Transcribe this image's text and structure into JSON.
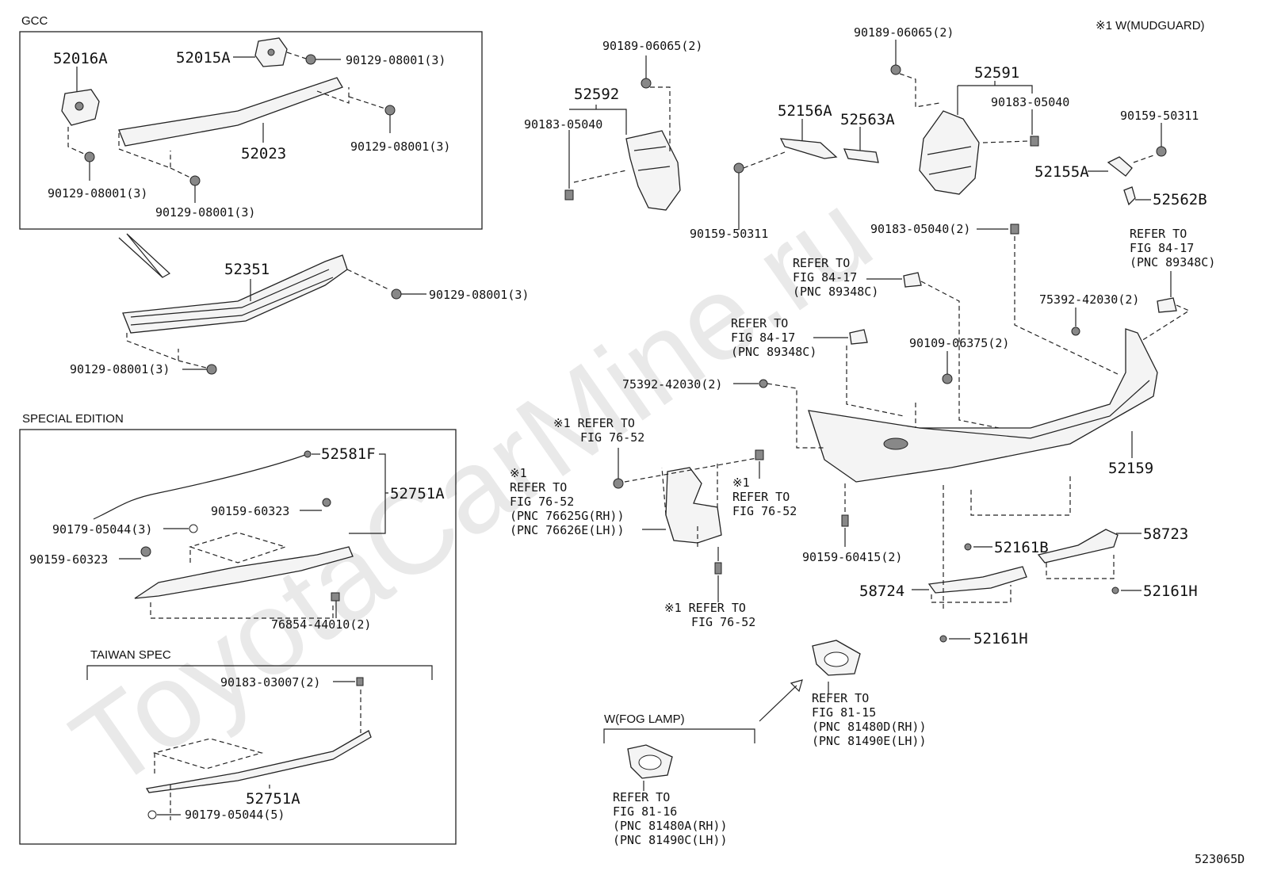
{
  "watermark": "ToyotaCarMine.ru",
  "footnote_mark": "※1 W(MUDGUARD)",
  "figure_code": "523065D",
  "sections": {
    "gcc": "GCC",
    "special_edition": "SPECIAL EDITION",
    "taiwan_spec": "TAIWAN SPEC",
    "fog_lamp": "W(FOG LAMP)"
  },
  "gcc_parts": {
    "p52016A": "52016A",
    "p52015A": "52015A",
    "p52023": "52023",
    "bolt_a": "90129-08001(3)",
    "bolt_b": "90129-08001(3)",
    "bolt_c": "90129-08001(3)",
    "bolt_d": "90129-08001(3)"
  },
  "reinforcement": {
    "p52351": "52351",
    "bolt_a": "90129-08001(3)",
    "bolt_b": "90129-08001(3)"
  },
  "special_edition_parts": {
    "p52581F": "52581F",
    "p52751A": "52751A",
    "screw_a": "90159-60323",
    "clip_a": "90179-05044(3)",
    "screw_b": "90159-60323",
    "nut": "76854-44010(2)"
  },
  "taiwan_parts": {
    "clip": "90183-03007(2)",
    "p52751A": "52751A",
    "clip_b": "90179-05044(5)"
  },
  "fog_lamp_ref": {
    "line1": "REFER TO",
    "line2": "FIG 81-16",
    "line3": "(PNC 81480A(RH))",
    "line4": "(PNC 81490C(LH))"
  },
  "fog_lamp_ref2": {
    "line1": "REFER TO",
    "line2": "FIG 81-15",
    "line3": "(PNC 81480D(RH))",
    "line4": "(PNC 81490E(LH))"
  },
  "upper_left_parts": {
    "clip_top": "90189-06065(2)",
    "p52592": "52592",
    "clip": "90183-05040",
    "screw": "90159-50311"
  },
  "upper_mid_parts": {
    "p52156A": "52156A",
    "p52563A": "52563A"
  },
  "upper_right_parts": {
    "clip_top": "90189-06065(2)",
    "p52591": "52591",
    "clip": "90183-05040",
    "clip2": "90183-05040(2)",
    "screw": "90159-50311",
    "p52155A": "52155A",
    "p52562B": "52562B"
  },
  "sensor_refs": {
    "ref_a": [
      "REFER TO",
      "FIG 84-17",
      "(PNC 89348C)"
    ],
    "ref_b": [
      "REFER TO",
      "FIG 84-17",
      "(PNC 89348C)"
    ],
    "ref_c": [
      "REFER TO",
      "FIG 84-17",
      "(PNC 89348C)"
    ]
  },
  "bumper_parts": {
    "screw_a": "75392-42030(2)",
    "screw_b": "75392-42030(2)",
    "bolt": "90109-06375(2)",
    "p52159": "52159",
    "screw_c": "90159-60415(2)",
    "p52161B": "52161B",
    "p52161H_a": "52161H",
    "p52161H_b": "52161H",
    "p58723": "58723",
    "p58724": "58724"
  },
  "mudguard_refs": {
    "a": [
      "※1 REFER TO",
      "FIG 76-52"
    ],
    "b": [
      "※1",
      "REFER TO",
      "FIG 76-52",
      "(PNC 76625G(RH))",
      "(PNC 76626E(LH))"
    ],
    "c": [
      "※1",
      "REFER TO",
      "FIG 76-52"
    ],
    "d": [
      "※1 REFER TO",
      "FIG 76-52"
    ]
  }
}
